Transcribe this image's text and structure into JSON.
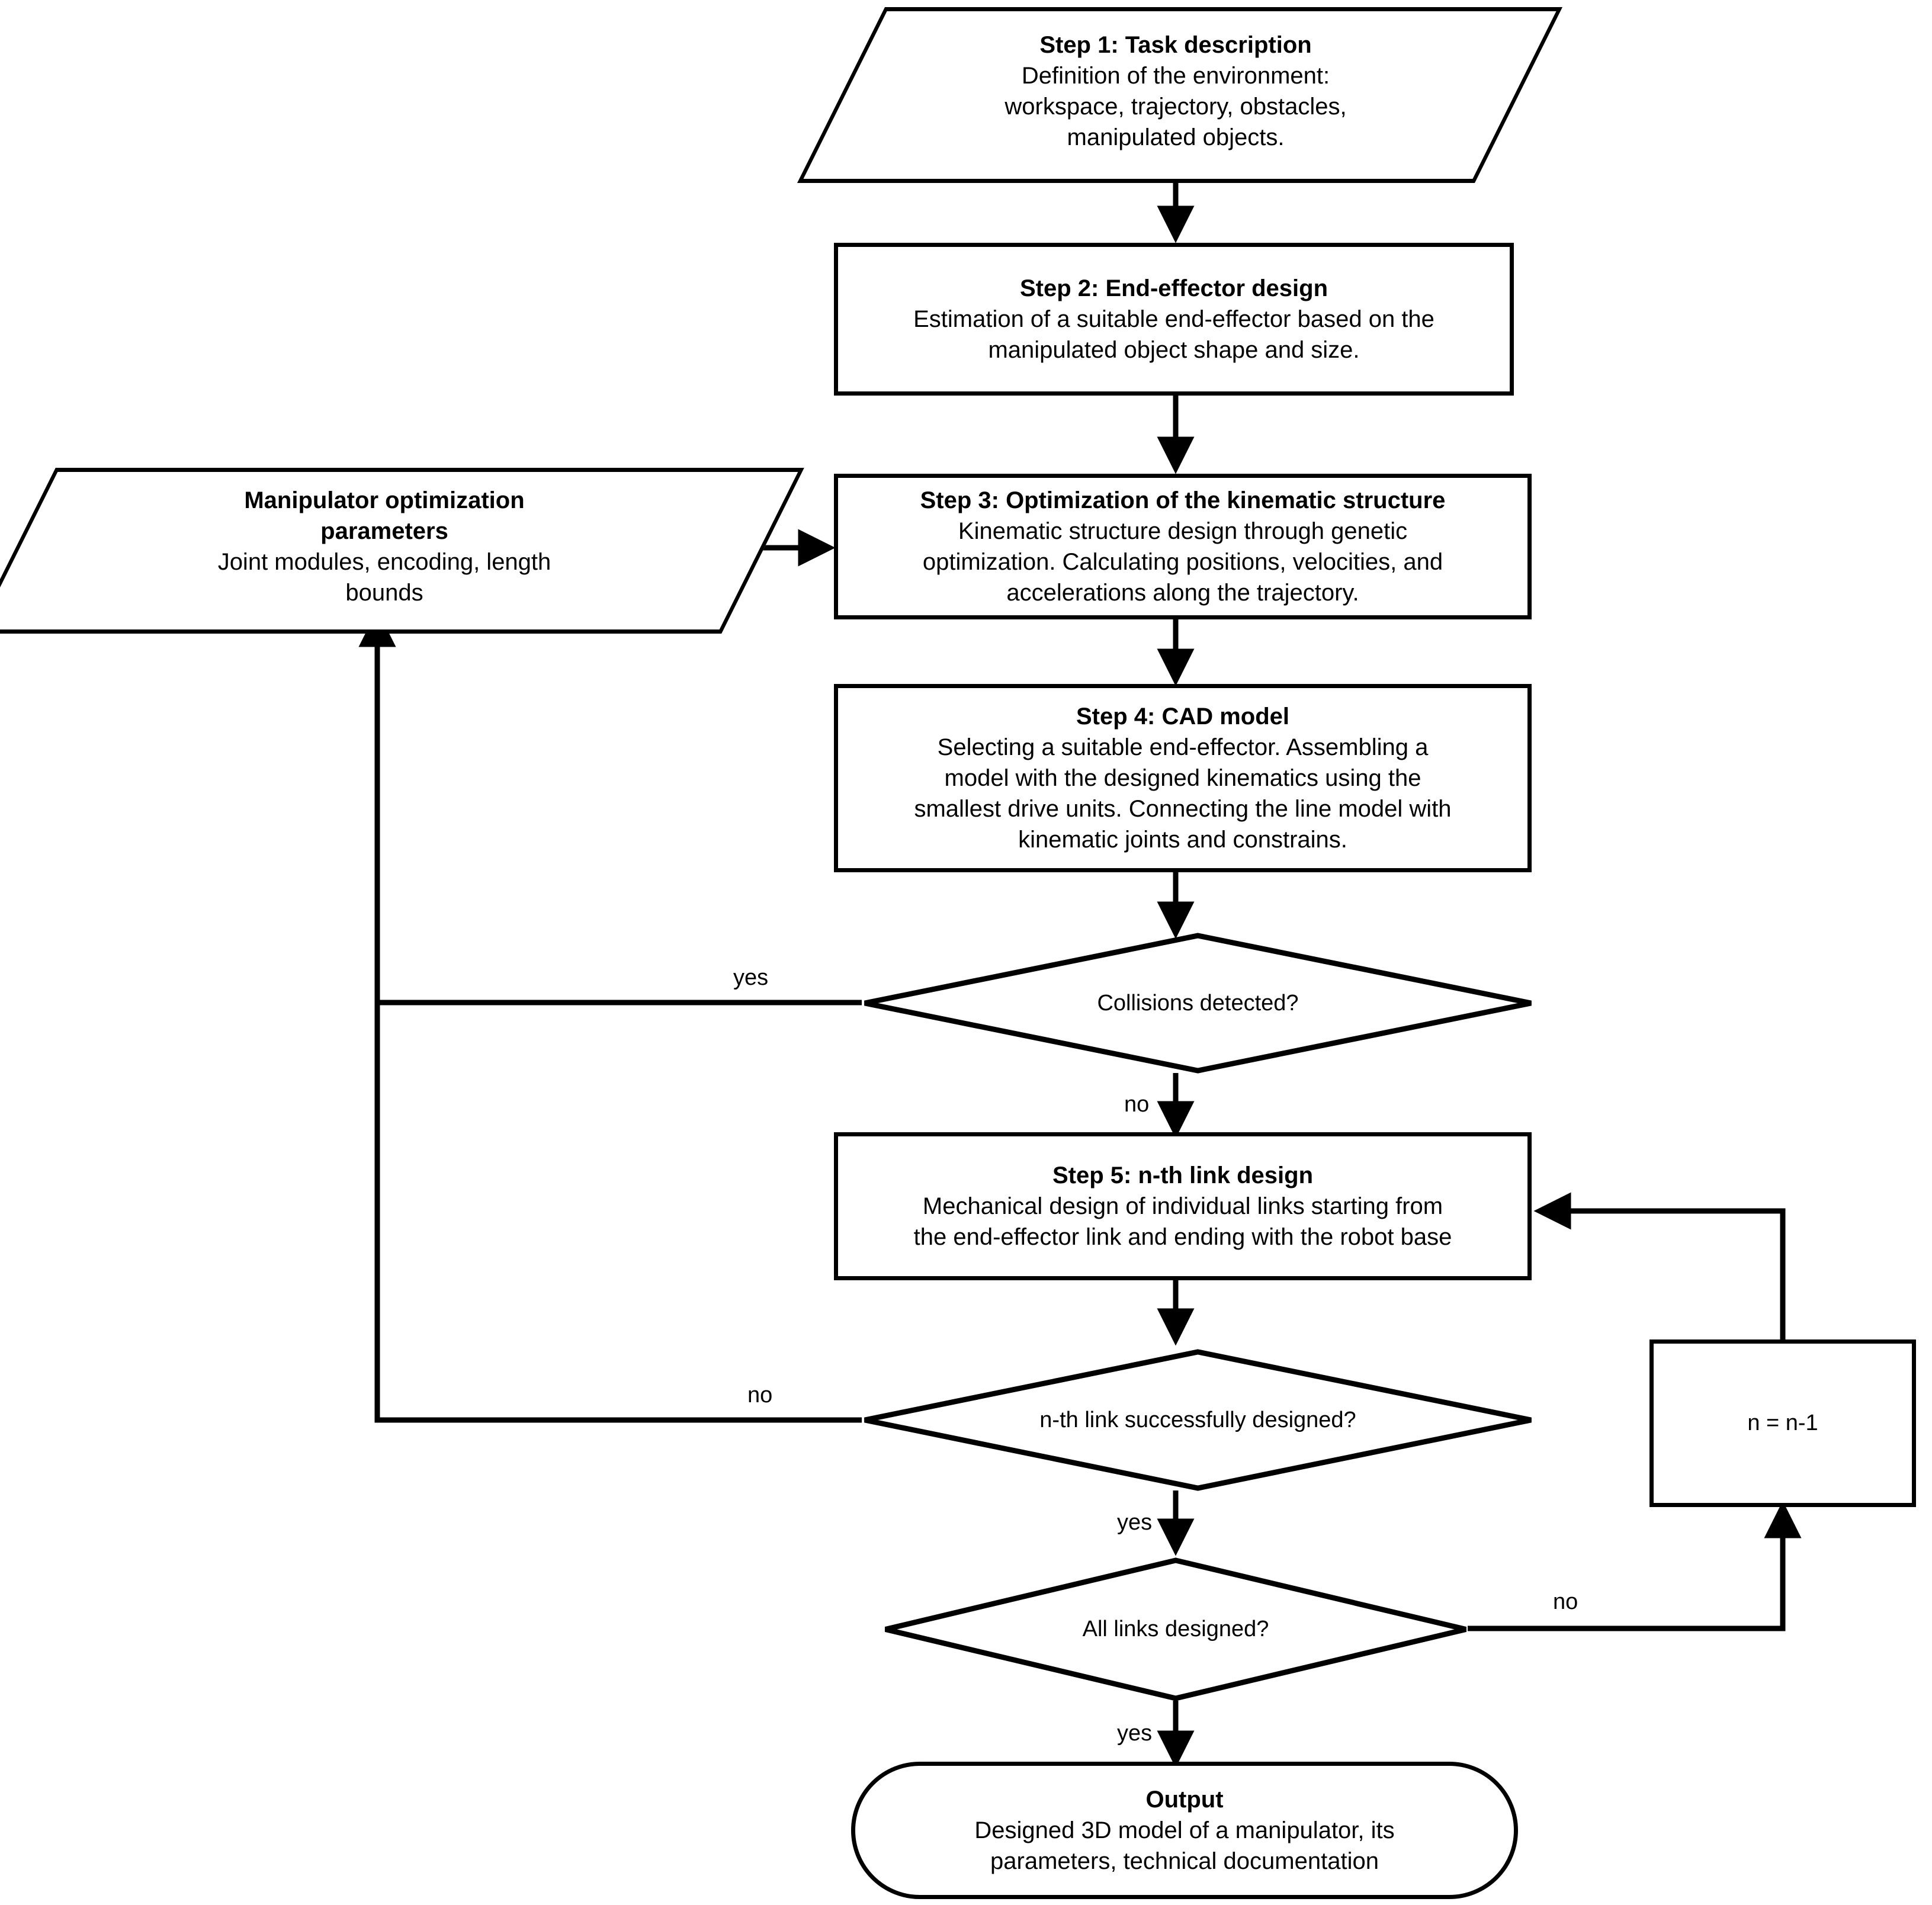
{
  "diagram": {
    "type": "flowchart",
    "title_visible": false,
    "colors": {
      "stroke": "#000000",
      "fill": "#ffffff",
      "text": "#000000"
    },
    "nodes": {
      "step1": {
        "shape": "parallelogram",
        "title": "Step 1: Task description",
        "body_lines": [
          "Definition of the environment:",
          "workspace, trajectory, obstacles,",
          "manipulated objects."
        ]
      },
      "step2": {
        "shape": "rectangle",
        "title": "Step 2: End-effector design",
        "body_lines": [
          "Estimation of a suitable end-effector based on the",
          "manipulated object shape and size."
        ]
      },
      "params": {
        "shape": "parallelogram",
        "title_lines": [
          "Manipulator optimization",
          "parameters"
        ],
        "body_lines": [
          "Joint modules, encoding, length",
          "bounds"
        ]
      },
      "step3": {
        "shape": "rectangle",
        "title": "Step 3: Optimization of the kinematic structure",
        "body_lines": [
          "Kinematic structure design through genetic",
          "optimization. Calculating positions, velocities, and",
          "accelerations along the trajectory."
        ]
      },
      "step4": {
        "shape": "rectangle",
        "title": "Step 4: CAD model",
        "body_lines": [
          "Selecting a suitable end-effector. Assembling a",
          "model with the designed kinematics using the",
          "smallest drive units. Connecting the line model with",
          "kinematic joints and constrains."
        ]
      },
      "collisions": {
        "shape": "diamond",
        "label": "Collisions detected?"
      },
      "step5": {
        "shape": "rectangle",
        "title": "Step 5: n-th link design",
        "body_lines": [
          "Mechanical design of individual links starting from",
          "the end-effector link and ending with the robot base"
        ]
      },
      "link_designed": {
        "shape": "diamond",
        "label": "n-th link successfully designed?"
      },
      "decrement": {
        "shape": "rectangle",
        "label": "n = n-1"
      },
      "all_links": {
        "shape": "diamond",
        "label": "All links designed?"
      },
      "output": {
        "shape": "terminator",
        "title": "Output",
        "body_lines": [
          "Designed 3D model of a manipulator, its",
          "parameters, technical documentation"
        ]
      }
    },
    "edge_labels": {
      "collisions_yes": "yes",
      "collisions_no": "no",
      "link_designed_no": "no",
      "link_designed_yes": "yes",
      "all_links_no": "no",
      "all_links_yes": "yes"
    }
  }
}
